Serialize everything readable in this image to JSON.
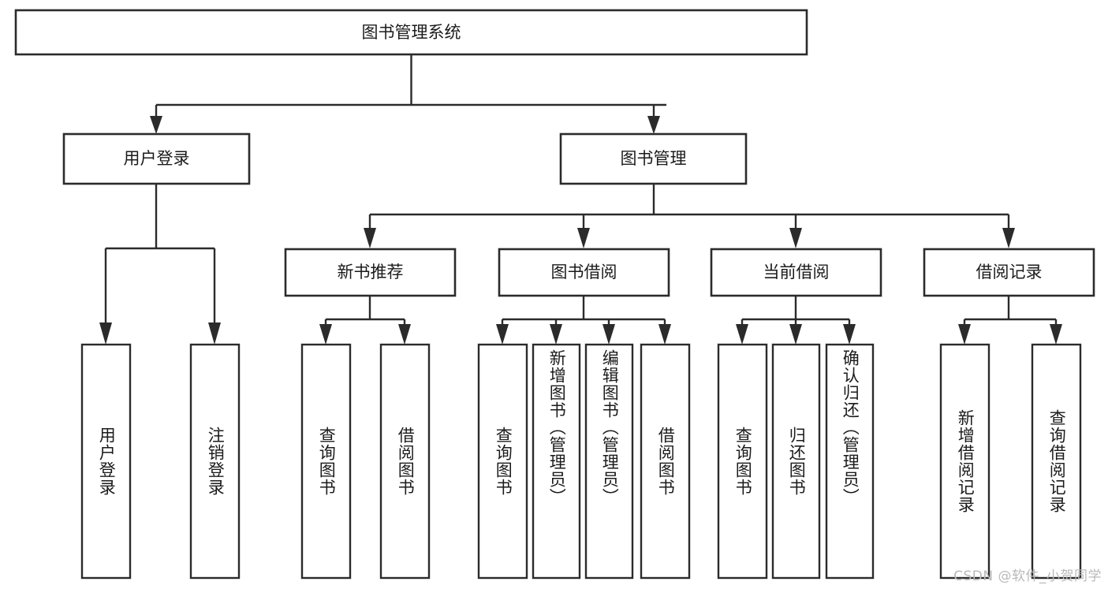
{
  "diagram": {
    "type": "tree",
    "title": "图书管理系统",
    "orientation": "top-down",
    "root": {
      "label": "图书管理系统"
    },
    "level2": [
      {
        "label": "用户登录"
      },
      {
        "label": "图书管理"
      }
    ],
    "level3": [
      {
        "label": "新书推荐"
      },
      {
        "label": "图书借阅"
      },
      {
        "label": "当前借阅"
      },
      {
        "label": "借阅记录"
      }
    ],
    "leaves": {
      "user_login": [
        {
          "label": "用户登录"
        },
        {
          "label": "注销登录"
        }
      ],
      "new_book_recommend": [
        {
          "label": "查询图书"
        },
        {
          "label": "借阅图书"
        }
      ],
      "book_borrow": [
        {
          "label": "查询图书"
        },
        {
          "label": "新增图书（管理员）"
        },
        {
          "label": "编辑图书（管理员）"
        },
        {
          "label": "借阅图书"
        }
      ],
      "current_borrow": [
        {
          "label": "查询图书"
        },
        {
          "label": "归还图书"
        },
        {
          "label": "确认归还（管理员）"
        }
      ],
      "borrow_record": [
        {
          "label": "新增借阅记录"
        },
        {
          "label": "查询借阅记录"
        }
      ]
    }
  },
  "watermark": {
    "text": "CSDN @软件_小贺同学"
  },
  "colors": {
    "stroke": "#2b2b2b",
    "fill": "#ffffff",
    "text": "#1b1b1b",
    "watermark": "#b9b9b9"
  }
}
